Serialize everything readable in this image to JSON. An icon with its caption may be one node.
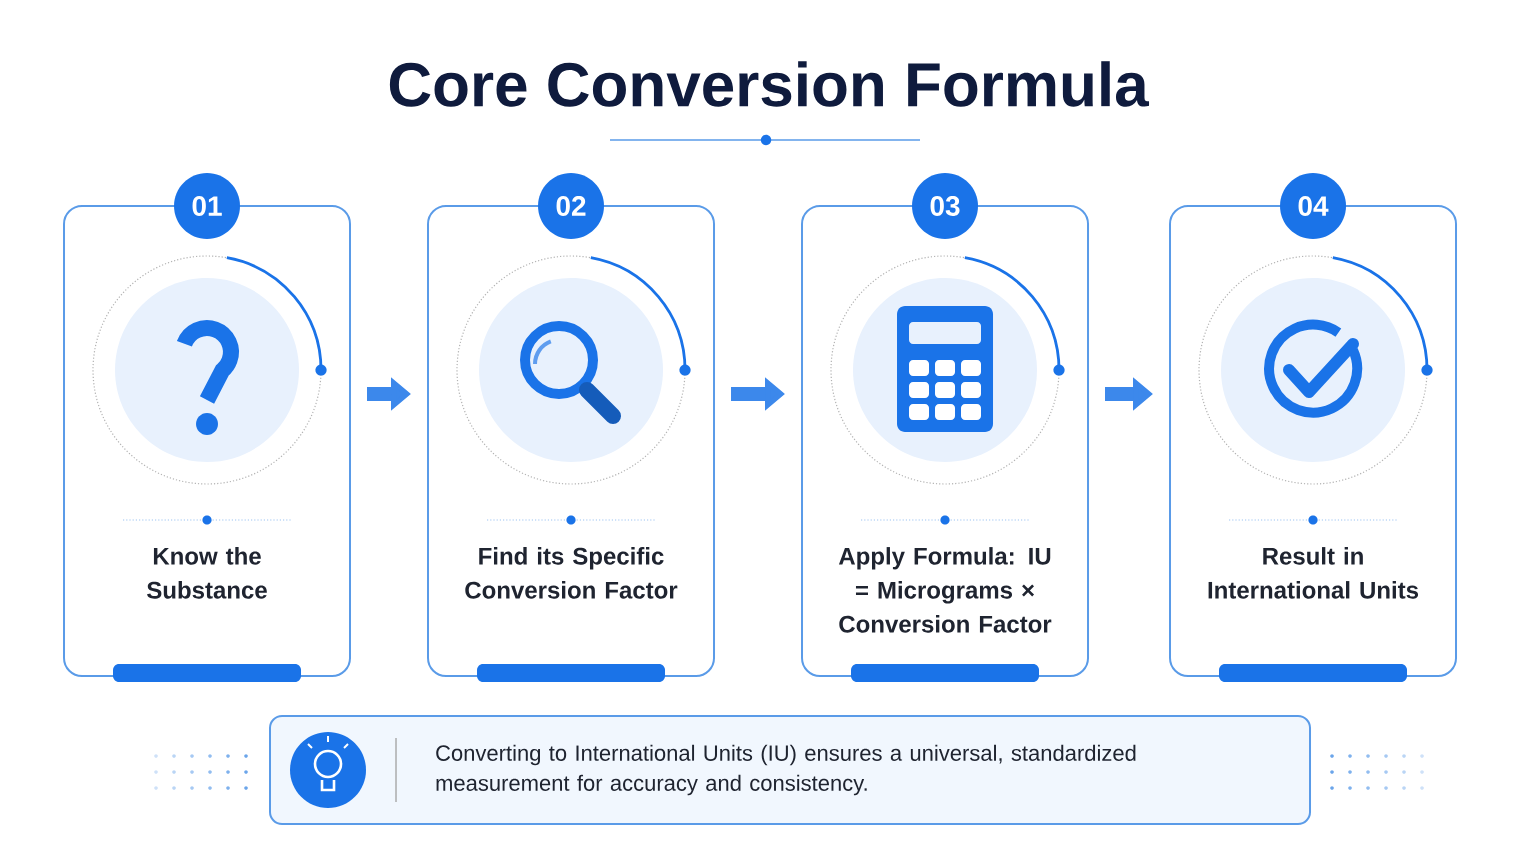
{
  "diagram": {
    "title": "Core Conversion Formula",
    "nodes": [
      {
        "text": [
          "01",
          "Know the Substance"
        ]
      },
      {
        "text": [
          "02",
          "Find its Specific Conversion Factor"
        ]
      },
      {
        "text": [
          "03",
          "Apply Formula: IU = Micrograms × Conversion Factor"
        ]
      },
      {
        "text": [
          "04",
          "Result in International Units"
        ]
      },
      {
        "text": [
          "Converting to International Units (IU) ensures a universal, standardized measurement for accuracy and consistency."
        ]
      }
    ],
    "edges": [
      {
        "from": 0,
        "to": 1,
        "arrow": "to"
      },
      {
        "from": 1,
        "to": 2,
        "arrow": "to"
      },
      {
        "from": 2,
        "to": 3,
        "arrow": "to"
      }
    ]
  }
}
